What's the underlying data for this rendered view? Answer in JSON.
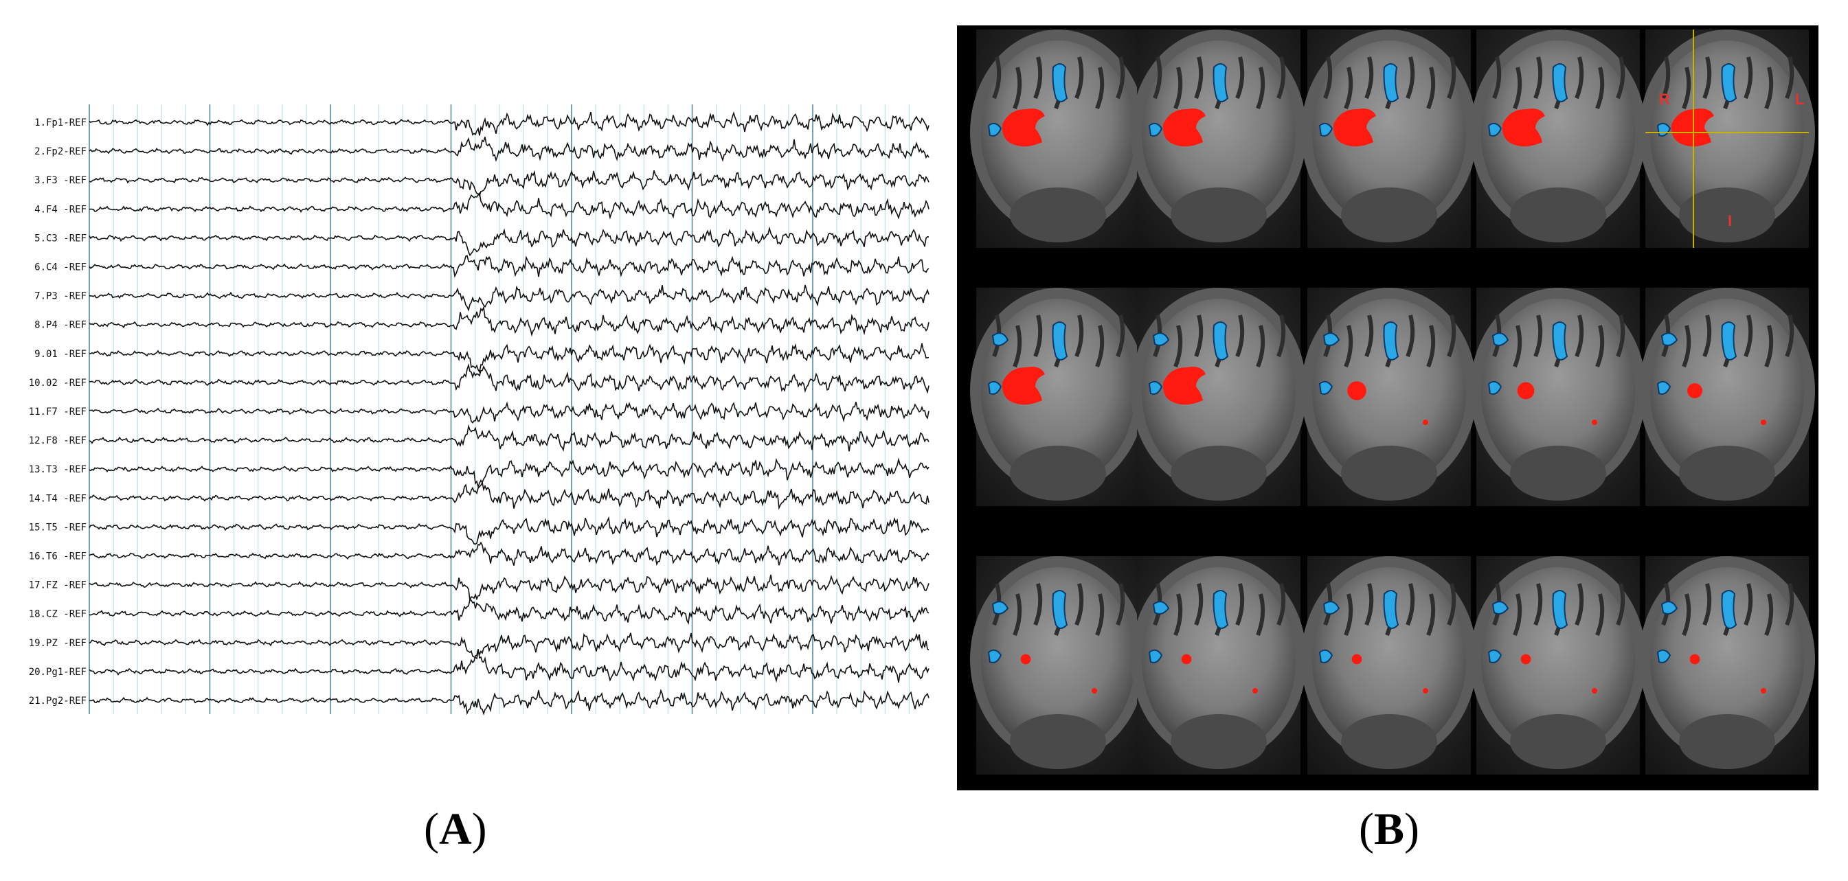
{
  "panel_a": {
    "caption_open": "(",
    "caption_letter": "A",
    "caption_close": ")",
    "channels": [
      "1.Fp1-REF",
      "2.Fp2-REF",
      "3.F3 -REF",
      "4.F4 -REF",
      "5.C3 -REF",
      "6.C4 -REF",
      "7.P3 -REF",
      "8.P4 -REF",
      "9.01 -REF",
      "10.02 -REF",
      "11.F7 -REF",
      "12.F8 -REF",
      "13.T3 -REF",
      "14.T4 -REF",
      "15.T5 -REF",
      "16.T6 -REF",
      "17.FZ -REF",
      "18.CZ -REF",
      "19.PZ -REF",
      "20.Pg1-REF",
      "21.Pg2-REF"
    ],
    "colors": {
      "trace": "#111111",
      "major_grid": "#3a7e8e",
      "minor_grid": "#b9dfe6"
    }
  },
  "panel_b": {
    "caption_open": "(",
    "caption_letter": "B",
    "caption_close": ")",
    "orientation_labels": {
      "right": "R",
      "left": "L",
      "inferior": "I"
    },
    "colors": {
      "background": "#000000",
      "red_overlay": "#ff1a10",
      "blue_overlay": "#2aa7e6",
      "crosshair": "#c8b400"
    }
  }
}
